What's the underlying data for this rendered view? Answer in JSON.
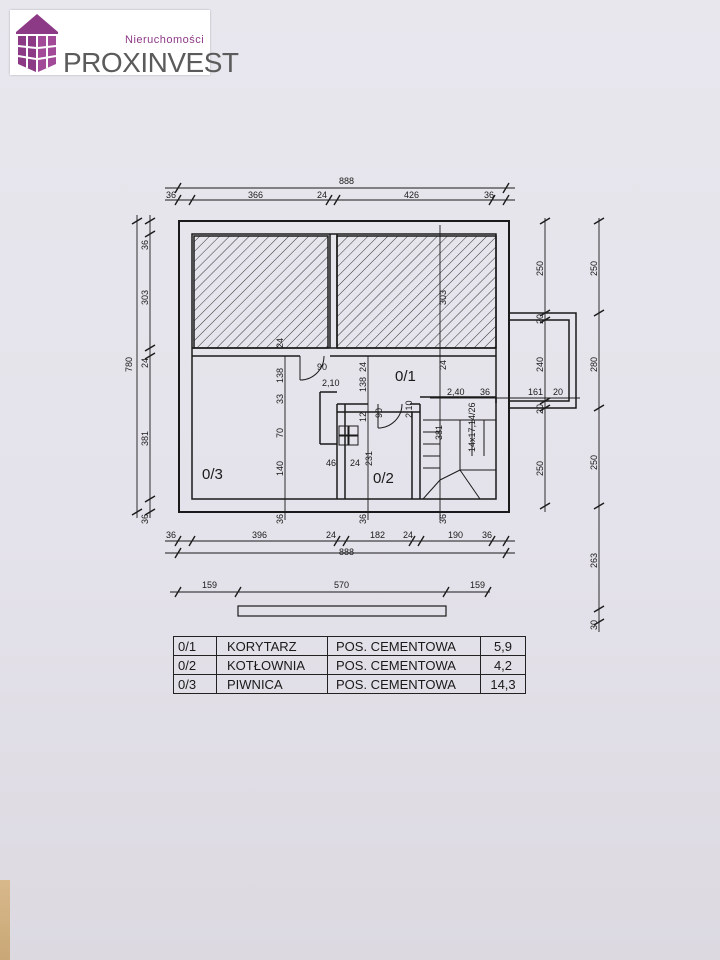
{
  "logo": {
    "tagline": "Nieruchomości",
    "name": "PROXINVEST",
    "brand_color": "#8d3a86"
  },
  "plan": {
    "overall_top": "888",
    "top_dims": [
      "36",
      "366",
      "24",
      "426",
      "36"
    ],
    "bottom_dims": [
      "36",
      "396",
      "24",
      "182",
      "24",
      "190",
      "36"
    ],
    "overall_bottom": "888",
    "foundation_dims": [
      "159",
      "570",
      "159"
    ],
    "left_overall": "780",
    "left_dims": [
      "36",
      "303",
      "24",
      "381",
      "36"
    ],
    "inner_303": "303",
    "inner_dims": [
      "24",
      "138",
      "33",
      "70",
      "140",
      "36",
      "36",
      "36"
    ],
    "corridor_dims": [
      "24",
      "138",
      "12",
      "231",
      "24"
    ],
    "right_dims_a": [
      "250",
      "20",
      "240",
      "20",
      "250"
    ],
    "right_dims_b": [
      "250",
      "280",
      "250",
      "263",
      "30"
    ],
    "door_dims": [
      "90",
      "2,10",
      "90",
      "2,10",
      "2,40",
      "36",
      "161",
      "20",
      "381"
    ],
    "stairs_label": "14x17,14/26",
    "small_dims": [
      "46",
      "24"
    ],
    "rooms": [
      "0/1",
      "0/2",
      "0/3"
    ]
  },
  "legend": {
    "rows": [
      {
        "code": "0/1",
        "name": "KORYTARZ",
        "floor": "POS. CEMENTOWA",
        "area": "5,9"
      },
      {
        "code": "0/2",
        "name": "KOTŁOWNIA",
        "floor": "POS. CEMENTOWA",
        "area": "4,2"
      },
      {
        "code": "0/3",
        "name": "PIWNICA",
        "floor": "POS. CEMENTOWA",
        "area": "14,3"
      }
    ]
  }
}
